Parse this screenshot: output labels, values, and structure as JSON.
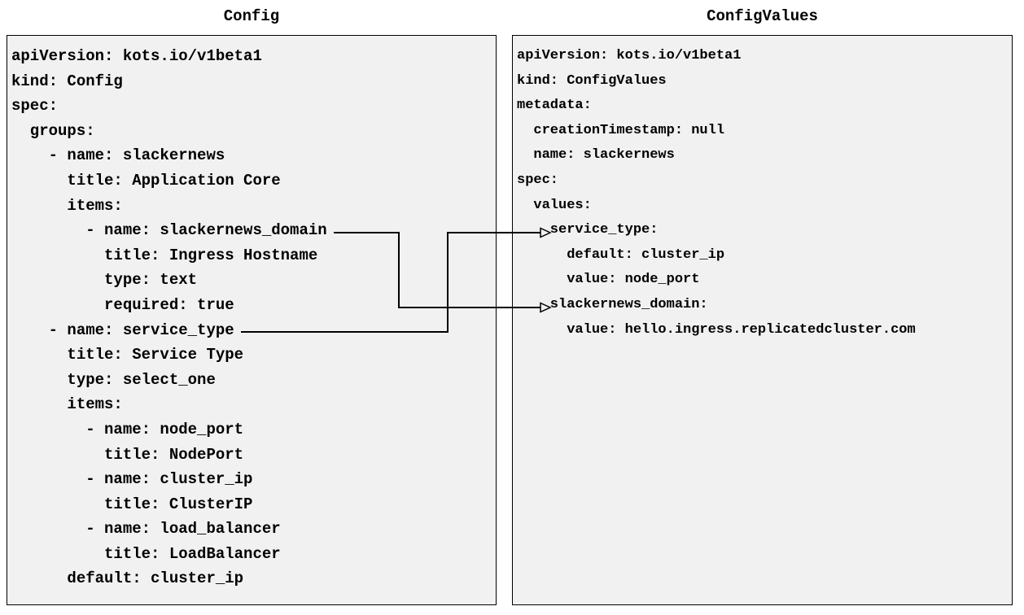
{
  "panels": [
    {
      "title": "Config",
      "code": "apiVersion: kots.io/v1beta1\nkind: Config\nspec:\n  groups:\n    - name: slackernews\n      title: Application Core\n      items:\n        - name: slackernews_domain\n          title: Ingress Hostname\n          type: text\n          required: true\n    - name: service_type\n      title: Service Type\n      type: select_one\n      items:\n        - name: node_port\n          title: NodePort\n        - name: cluster_ip\n          title: ClusterIP\n        - name: load_balancer\n          title: LoadBalancer\n      default: cluster_ip"
    },
    {
      "title": "ConfigValues",
      "code": "apiVersion: kots.io/v1beta1\nkind: ConfigValues\nmetadata:\n  creationTimestamp: null\n  name: slackernews\nspec:\n  values:\n    service_type:\n      default: cluster_ip\n      value: node_port\n    slackernews_domain:\n      value: hello.ingress.replicatedcluster.com"
    }
  ],
  "connections": [
    {
      "from_panel": "Config",
      "from_item": "slackernews_domain",
      "to_panel": "ConfigValues",
      "to_item": "slackernews_domain"
    },
    {
      "from_panel": "Config",
      "from_item": "service_type",
      "to_panel": "ConfigValues",
      "to_item": "service_type"
    }
  ],
  "colors": {
    "page_bg": "#ffffff",
    "panel_bg": "#f1f1f1",
    "panel_border": "#000000",
    "text": "#000000",
    "connector": "#000000"
  }
}
